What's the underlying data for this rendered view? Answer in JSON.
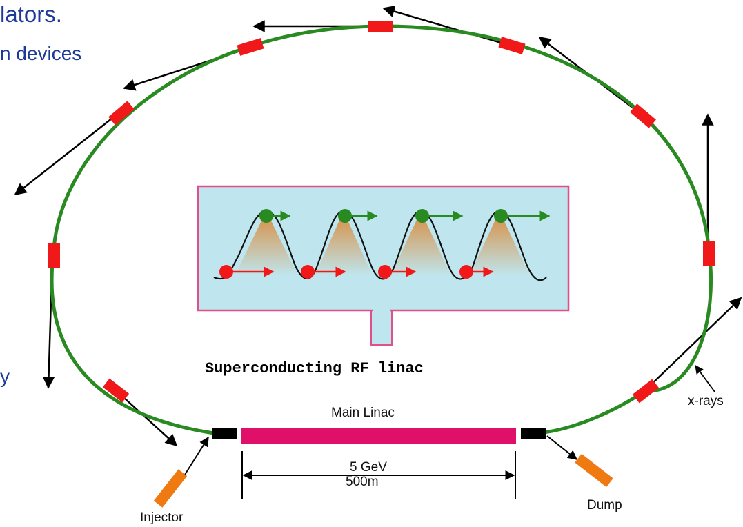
{
  "slide_text": {
    "fragment_1": "lators.",
    "fragment_2": "n devices",
    "fragment_3": "y"
  },
  "diagram": {
    "inset_caption": "Superconducting RF linac",
    "main_linac_label": "Main Linac",
    "energy_label": "5 GeV",
    "length_label": "500m",
    "xrays_label": "x-rays",
    "dump_label": "Dump",
    "injector_label": "Injector"
  },
  "colors": {
    "ring": "#2a8a22",
    "magnet": "#f01818",
    "linac": "#e0106a",
    "inset_bg": "#bfe6ee",
    "inset_border": "#e0508a",
    "bunch_head": "#2a8a22",
    "bunch_tail": "#f01818",
    "injector_dump": "#f07a12",
    "slide_text": "#1c3a96"
  },
  "icons": {
    "radiation": "arrow-icon",
    "bunch": "circle-icon"
  }
}
